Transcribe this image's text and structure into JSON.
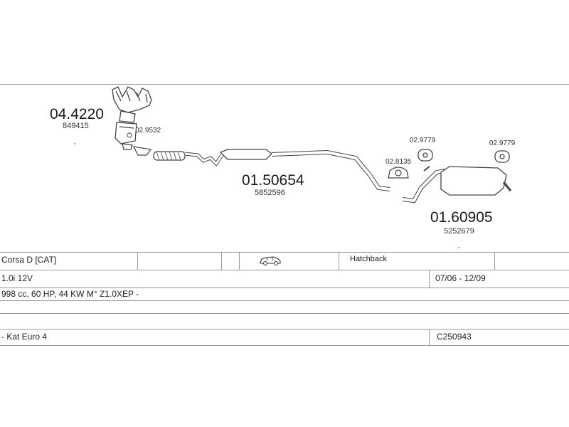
{
  "parts": {
    "manifold": {
      "code": "04.4220",
      "oe": "849415"
    },
    "gasket_front": {
      "code": "02.9532"
    },
    "middle": {
      "code": "01.50654",
      "oe": "5852596"
    },
    "clamp": {
      "code": "02.8135"
    },
    "hanger_left": {
      "code": "02.9779"
    },
    "hanger_right": {
      "code": "02.9779"
    },
    "rear": {
      "code": "01.60905",
      "oe": "5252679"
    }
  },
  "vehicle": {
    "model": "Corsa D  [CAT]",
    "body": "Hatchback",
    "engine": "1.0i 12V",
    "years": "07/06 - 12/09",
    "spec": "998 cc, 60 HP, 44 KW M° Z1.0XEP -",
    "kat": "- Kat Euro 4",
    "ref": "C250943"
  },
  "icons": {
    "car": "car-icon"
  }
}
